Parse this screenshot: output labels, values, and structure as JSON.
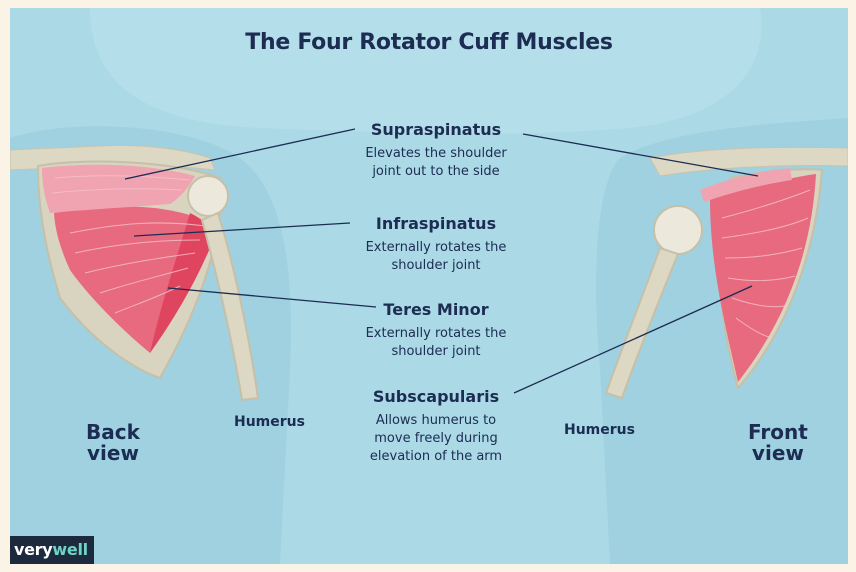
{
  "title": "The Four Rotator Cuff Muscles",
  "muscles": [
    {
      "name": "Supraspinatus",
      "desc_line1": "Elevates the shoulder",
      "desc_line2": "joint out to the side"
    },
    {
      "name": "Infraspinatus",
      "desc_line1": "Externally rotates the",
      "desc_line2": "shoulder joint"
    },
    {
      "name": "Teres Minor",
      "desc_line1": "Externally rotates the",
      "desc_line2": "shoulder joint"
    },
    {
      "name": "Subscapularis",
      "desc_line1": "Allows humerus to",
      "desc_line2": "move freely during",
      "desc_line3": "elevation of the arm"
    }
  ],
  "bones": {
    "left": "Humerus",
    "right": "Humerus"
  },
  "views": {
    "back": {
      "line1": "Back",
      "line2": "view"
    },
    "front": {
      "line1": "Front",
      "line2": "view"
    }
  },
  "logo": {
    "part1": "very",
    "part2": "well"
  },
  "colors": {
    "background": "#abd9e6",
    "muscle": "#e86a7e",
    "bone": "#ddd8c4",
    "text": "#1c2c52"
  }
}
